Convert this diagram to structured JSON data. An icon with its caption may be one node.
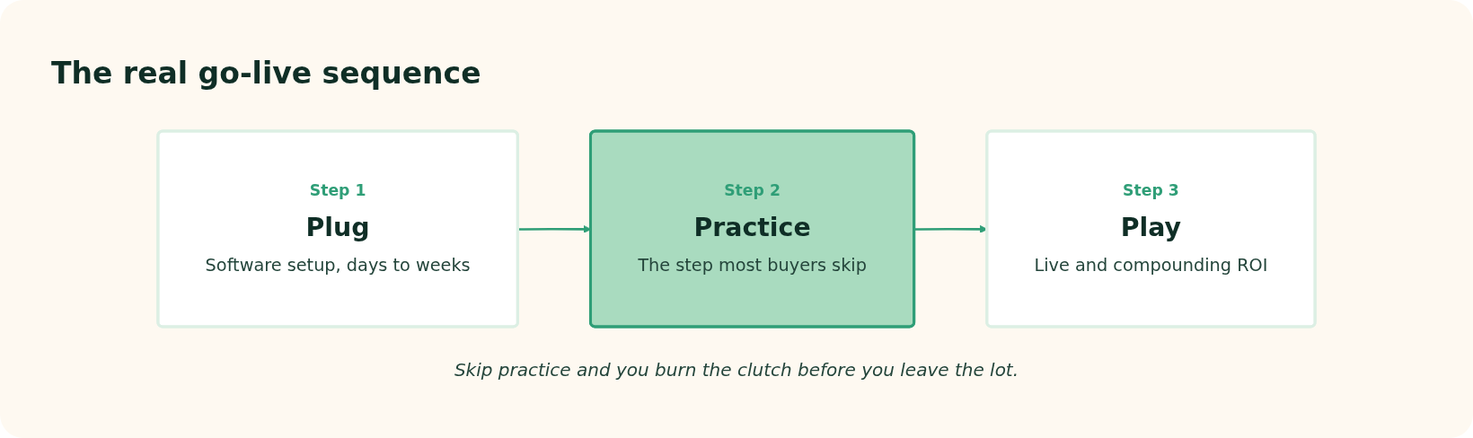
{
  "diagram": {
    "title": "The real go-live sequence",
    "caption": "Skip practice and you burn the clutch before you leave the lot.",
    "nodes": [
      {
        "text": [
          "Step 1",
          "Plug",
          "Software setup, days to weeks"
        ]
      },
      {
        "text": [
          "Step 2",
          "Practice",
          "The step most buyers skip"
        ]
      },
      {
        "text": [
          "Step 3",
          "Play",
          "Live and compounding ROI"
        ]
      }
    ],
    "edges": [
      {
        "from": 0,
        "to": 1,
        "arrow": "to"
      },
      {
        "from": 1,
        "to": 2,
        "arrow": "to"
      }
    ]
  }
}
